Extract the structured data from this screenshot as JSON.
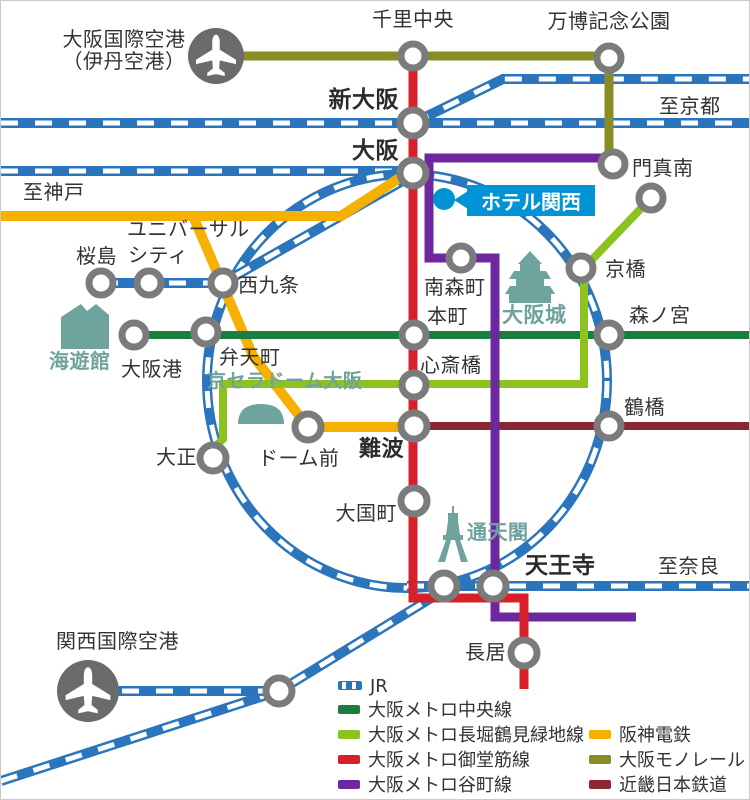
{
  "labels": {
    "itami_airport_1": "大阪国際空港",
    "itami_airport_2": "（伊丹空港）",
    "senri_chuo": "千里中央",
    "banpaku_kinen_koen": "万博記念公園",
    "shin_osaka": "新大阪",
    "osaka": "大阪",
    "to_kyoto": "至京都",
    "to_kobe": "至神戸",
    "kadoma_minami": "門真南",
    "universal_city_1": "ユニバーサル",
    "universal_city_2": "シティ",
    "sakurajima": "桜島",
    "nishikujo": "西九条",
    "kaiyukan": "海遊館",
    "osakako": "大阪港",
    "bentencho": "弁天町",
    "minami_morimachi": "南森町",
    "hommachi": "本町",
    "osaka_castle": "大阪城",
    "kyobashi": "京橋",
    "morinomiya": "森ノ宮",
    "shinsaibashi": "心斎橋",
    "kyocera_dome": "京セラドーム大阪",
    "tsuruhashi": "鶴橋",
    "taisho": "大正",
    "dome_mae": "ドーム前",
    "namba": "難波",
    "daikokucho": "大国町",
    "tsutenkaku": "通天閣",
    "tennoji": "天王寺",
    "to_nara": "至奈良",
    "kansai_airport": "関西国際空港",
    "nagai": "長居"
  },
  "hotel": {
    "label": "ホテル関西"
  },
  "legend": {
    "jr": "JR",
    "metro_chuo": "大阪メトロ中央線",
    "metro_nagahori": "大阪メトロ長堀鶴見緑地線",
    "metro_midosuji": "大阪メトロ御堂筋線",
    "metro_tanimachi": "大阪メトロ谷町線",
    "hanshin": "阪神電鉄",
    "monorail": "大阪モノレール",
    "kintetsu": "近畿日本鉄道"
  },
  "colors": {
    "jr_blue": "#2a75bc",
    "metro_chuo_green": "#1a7f3e",
    "metro_nagahori_green": "#8ec31f",
    "metro_midosuji_red": "#d8202a",
    "metro_tanimachi_purple": "#6d28a0",
    "hanshin_yellow": "#f5b000",
    "monorail_olive": "#8a8d26",
    "kintetsu_dark_red": "#8b2633",
    "hotel_blue": "#0093d5",
    "landmark_teal": "#6fa39d",
    "station_ring_gray": "#7b7b7b",
    "airport_gray": "#6b6b6b"
  }
}
